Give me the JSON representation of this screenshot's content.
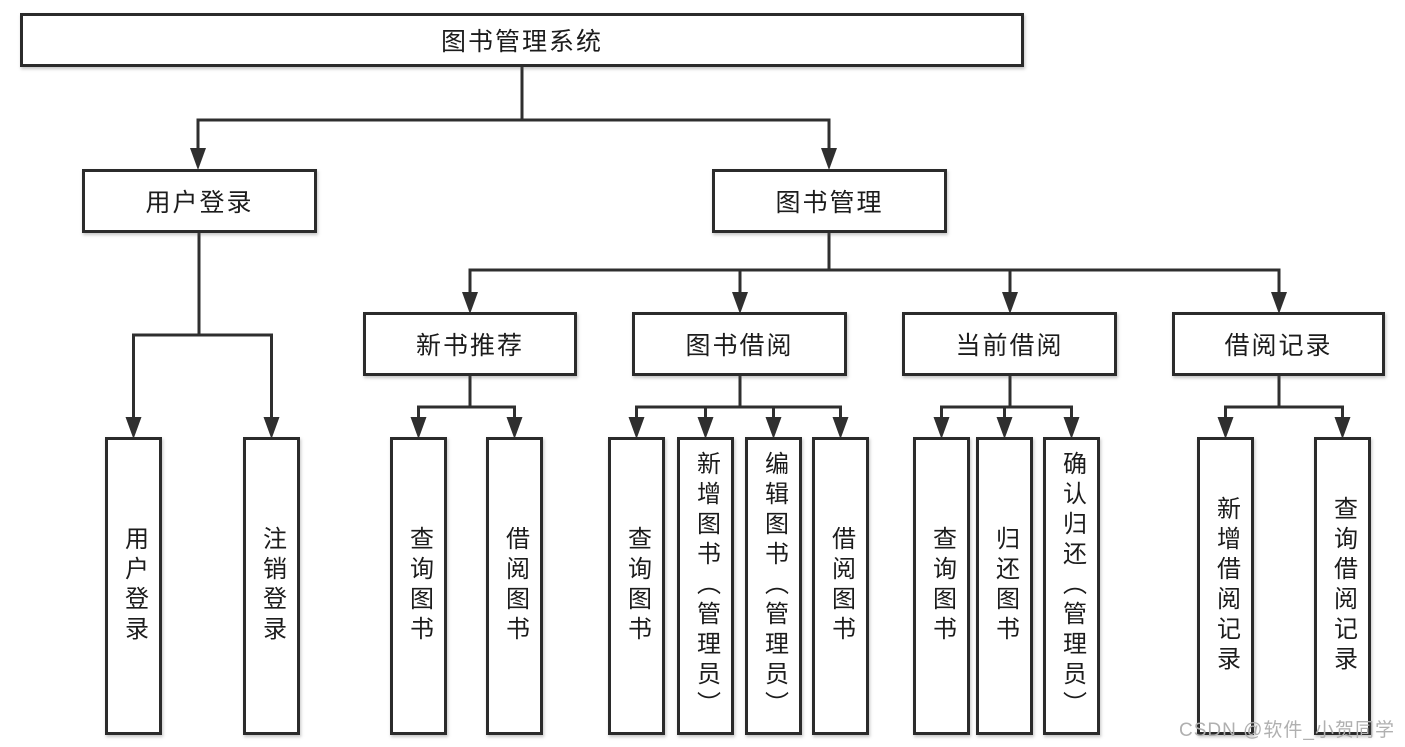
{
  "diagram": {
    "title_node": "图书管理系统",
    "level1": [
      {
        "label": "用户登录"
      },
      {
        "label": "图书管理"
      }
    ],
    "level2": [
      {
        "label": "新书推荐"
      },
      {
        "label": "图书借阅"
      },
      {
        "label": "当前借阅"
      },
      {
        "label": "借阅记录"
      }
    ],
    "leaves": [
      {
        "label": "用户登录"
      },
      {
        "label": "注销登录"
      },
      {
        "label": "查询图书"
      },
      {
        "label": "借阅图书"
      },
      {
        "label": "查询图书"
      },
      {
        "label": "新增图书（管理员）"
      },
      {
        "label": "编辑图书（管理员）"
      },
      {
        "label": "借阅图书"
      },
      {
        "label": "查询图书"
      },
      {
        "label": "归还图书"
      },
      {
        "label": "确认归还（管理员）"
      },
      {
        "label": "新增借阅记录"
      },
      {
        "label": "查询借阅记录"
      }
    ],
    "watermark": "CSDN @软件_小贺同学",
    "colors": {
      "line": "#2f2f2f",
      "box_border": "#2b2b2b",
      "text": "#1c1c1c",
      "watermark": "#b0b0b0",
      "background": "#ffffff"
    }
  }
}
